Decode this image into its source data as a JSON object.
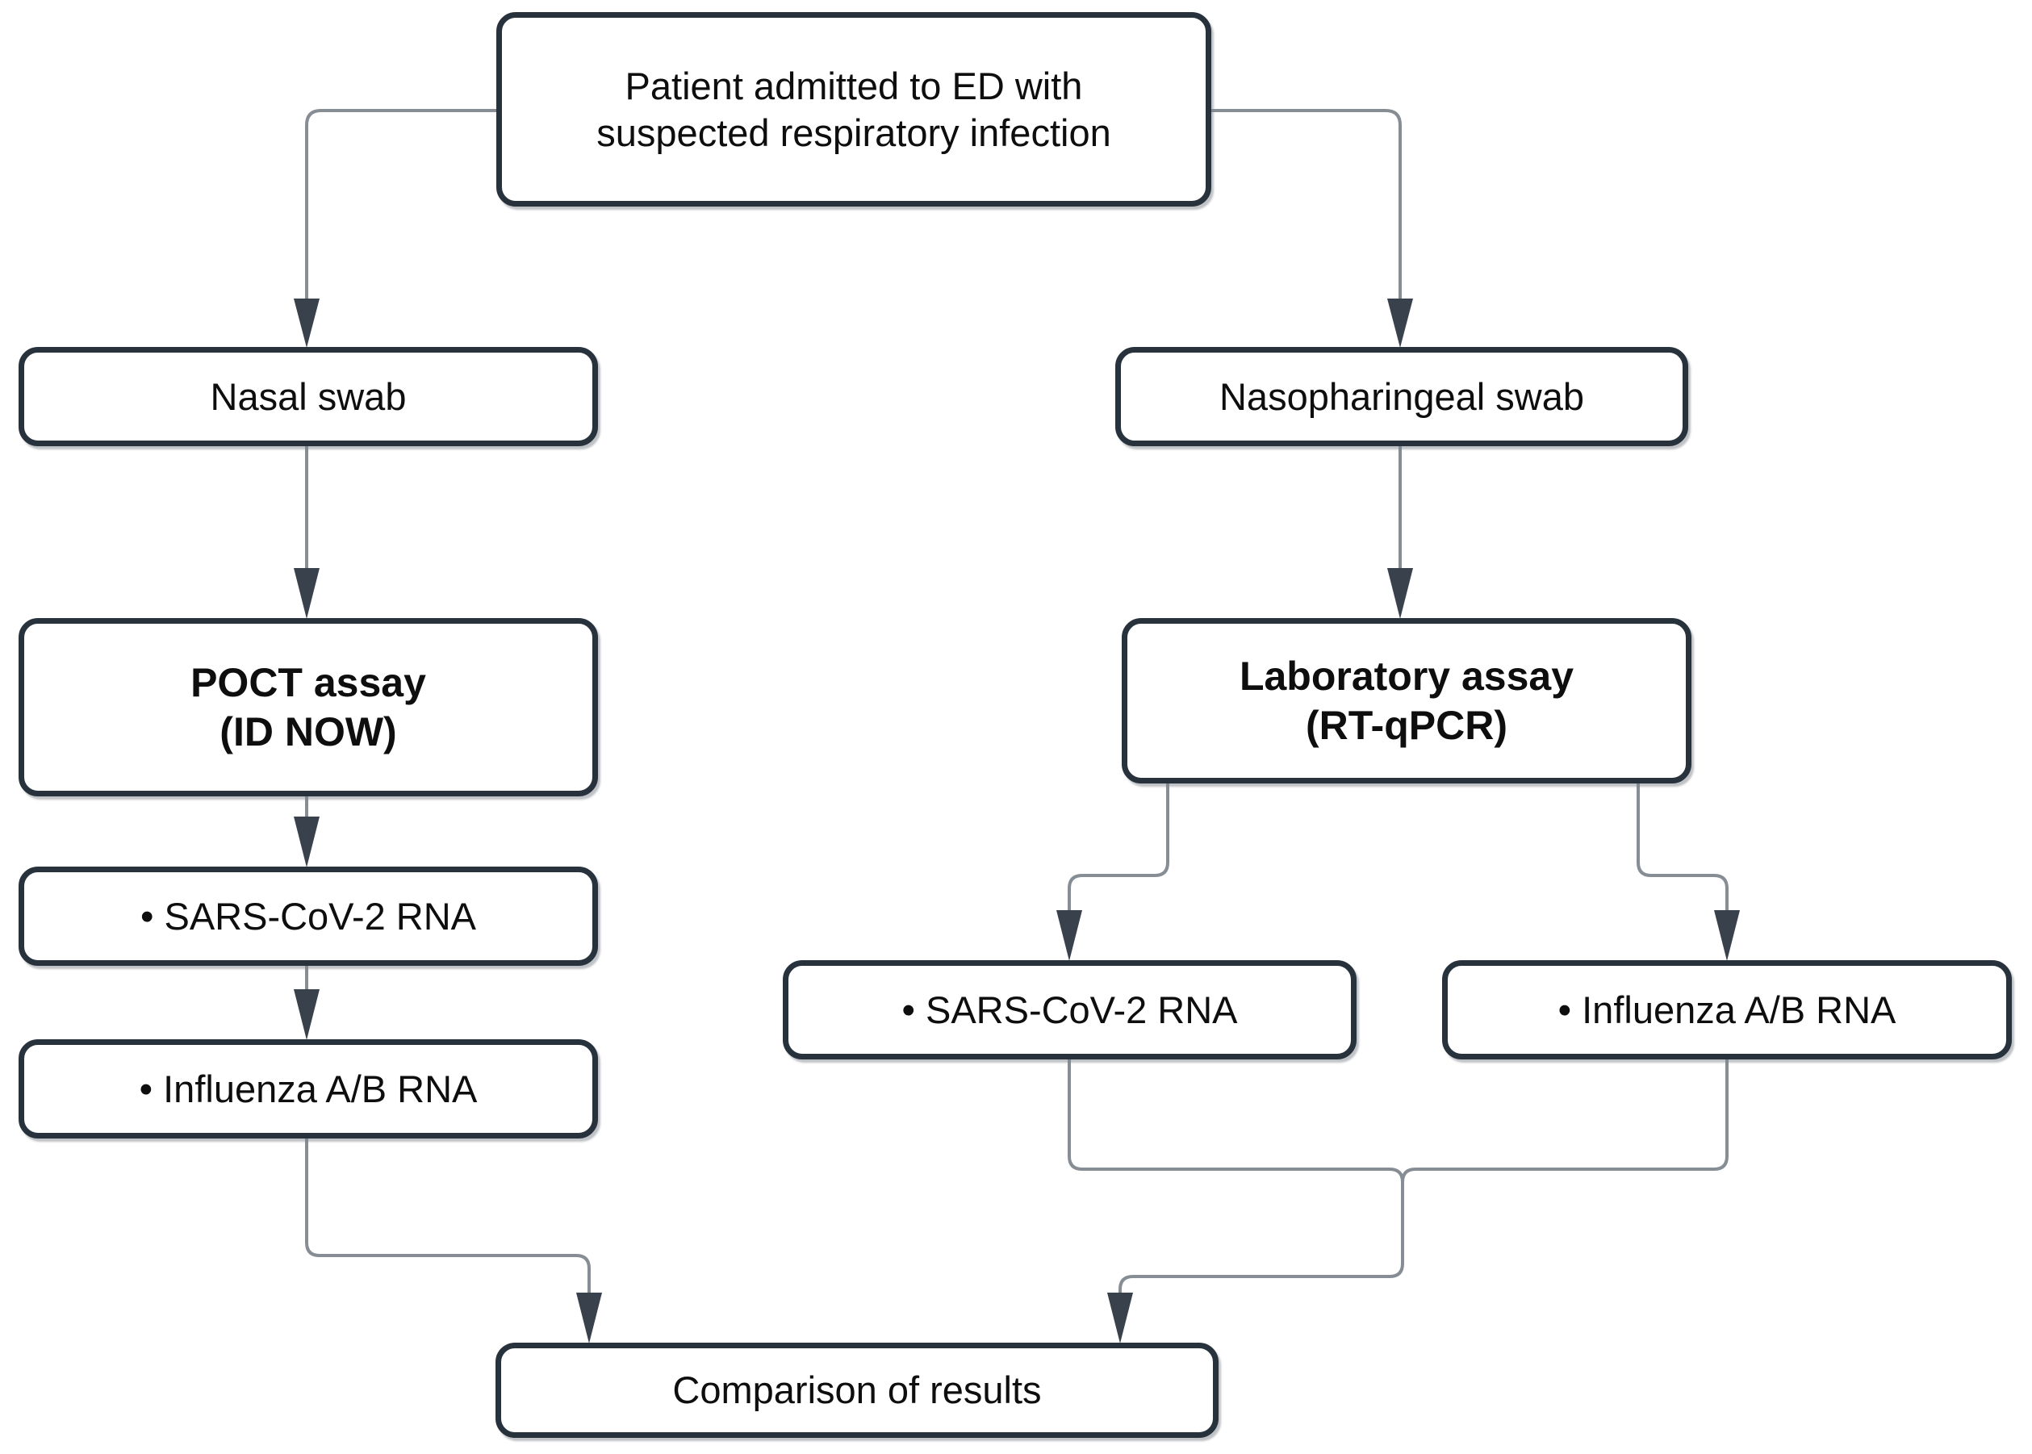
{
  "colors": {
    "background": "#ffffff",
    "node_fill": "#ffffff",
    "node_border": "#28323d",
    "connector_line": "#868d94",
    "arrowhead": "#39424c",
    "text": "#0e0e0e"
  },
  "nodes": {
    "patient": {
      "lines": [
        "Patient admitted to ED with",
        "suspected respiratory infection"
      ]
    },
    "nasal_swab": {
      "lines": [
        "Nasal swab"
      ]
    },
    "nasopharingeal_swab": {
      "lines": [
        "Nasopharingeal swab"
      ]
    },
    "poct_assay": {
      "lines": [
        "POCT assay",
        "(ID NOW)"
      ],
      "bold": true
    },
    "laboratory_assay": {
      "lines": [
        "Laboratory assay",
        "(RT-qPCR)"
      ],
      "bold": true
    },
    "poct_sars_cov2": {
      "lines": [
        "• SARS-CoV-2 RNA"
      ]
    },
    "poct_influenza": {
      "lines": [
        "• Influenza A/B RNA"
      ]
    },
    "lab_sars_cov2": {
      "lines": [
        "• SARS-CoV-2 RNA"
      ]
    },
    "lab_influenza": {
      "lines": [
        "• Influenza A/B RNA"
      ]
    },
    "comparison": {
      "lines": [
        "Comparison of results"
      ]
    }
  }
}
